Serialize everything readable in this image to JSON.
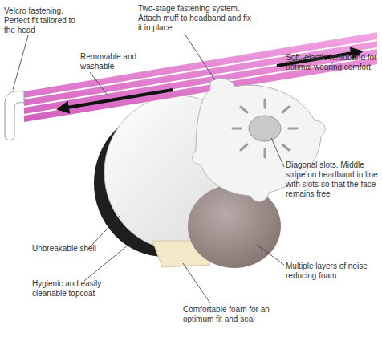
{
  "diagram": {
    "labels": [
      "Velcro fastening. Perfect fit tailored to the head",
      "Two-stage fastening system. Attach muff to headband and fix it in place",
      "Removable and washable",
      "Soft, elastic headband for optimal wearing comfort",
      "Diagonal slots. Middle stripe on headband in line with slots so that the face remains free",
      "Unbreakable shell",
      "Multiple layers of noise reducing foam",
      "Hygienic and easily cleanable topcoat",
      "Comfortable foam for an optimum fit and seal"
    ]
  }
}
